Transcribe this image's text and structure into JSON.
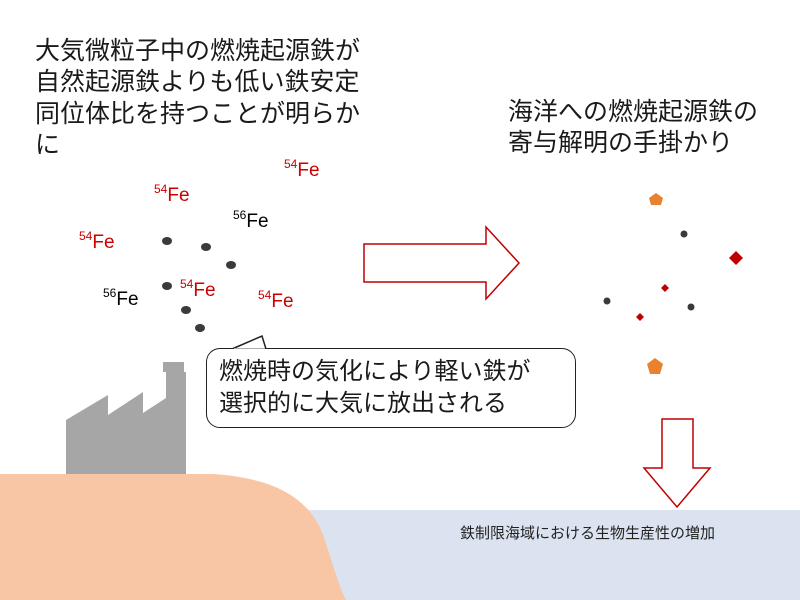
{
  "left_heading": "大気微粒子中の燃焼起源鉄が\n自然起源鉄よりも低い鉄安定\n同位体比を持つことが明らか\nに",
  "right_heading": "海洋への燃焼起源鉄の\n寄与解明の手掛かり",
  "isotopes": [
    {
      "mass": "54",
      "symbol": "Fe",
      "color": "#cc0000"
    },
    {
      "mass": "54",
      "symbol": "Fe",
      "color": "#cc0000"
    },
    {
      "mass": "56",
      "symbol": "Fe",
      "color": "#000000"
    },
    {
      "mass": "54",
      "symbol": "Fe",
      "color": "#cc0000"
    },
    {
      "mass": "56",
      "symbol": "Fe",
      "color": "#000000"
    },
    {
      "mass": "54",
      "symbol": "Fe",
      "color": "#cc0000"
    },
    {
      "mass": "54",
      "symbol": "Fe",
      "color": "#cc0000"
    }
  ],
  "callout": "燃焼時の気化により軽い鉄が\n選択的に大気に放出される",
  "ocean_caption": "鉄制限海域における生物生産性の増加",
  "colors": {
    "red": "#cc0000",
    "dark_red": "#c00000",
    "orange": "#e8822e",
    "land": "#f8c6a4",
    "sea": "#dbe3f1",
    "factory": "#a6a6a6",
    "particle": "#3a3a3a",
    "arrow": "#c00000"
  }
}
